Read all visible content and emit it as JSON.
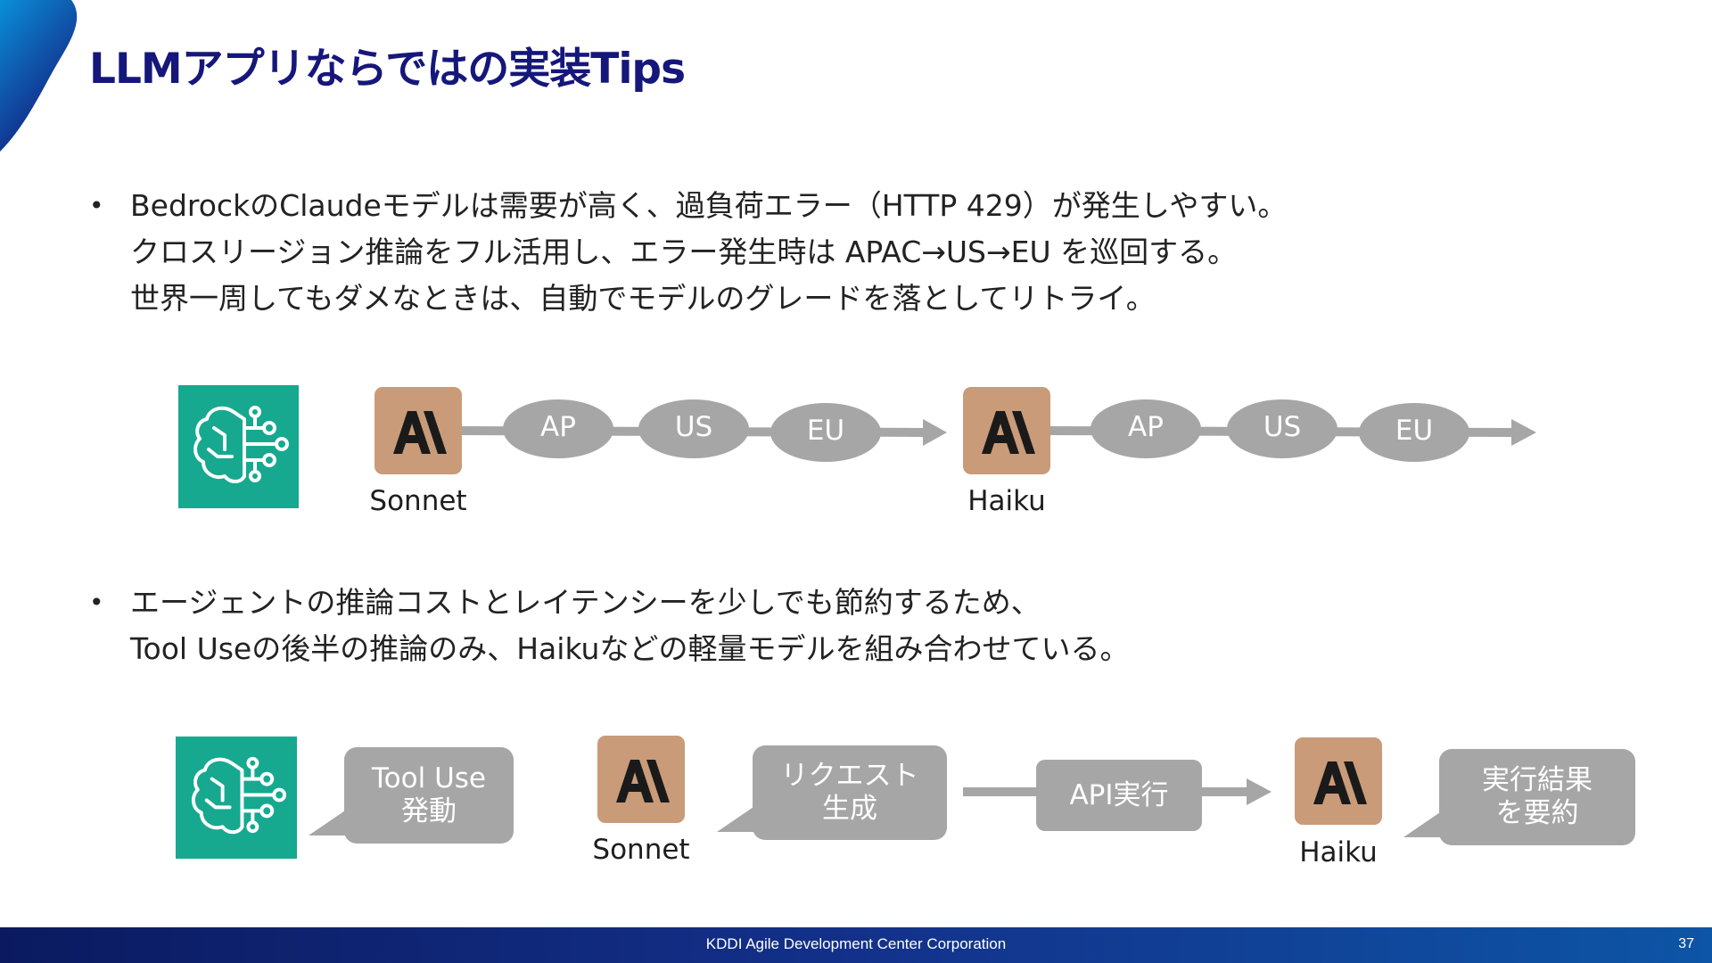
{
  "slide": {
    "title": "LLMアプリならではの実装Tips",
    "bullets": [
      {
        "lines": [
          "BedrockのClaudeモデルは需要が高く、過負荷エラー（HTTP 429）が発生しやすい。",
          "クロスリージョン推論をフル活用し、エラー発生時は APAC→US→EU を巡回する。",
          "世界一周してもダメなときは、自動でモデルのグレードを落としてリトライ。"
        ]
      },
      {
        "lines": [
          "エージェントの推論コストとレイテンシーを少しでも節約するため、",
          "Tool Useの後半の推論のみ、Haikuなどの軽量モデルを組み合わせている。"
        ]
      }
    ],
    "bullet_marker": "•"
  },
  "diagram1": {
    "models": [
      {
        "label": "Sonnet",
        "icon": "anthropic-icon"
      },
      {
        "label": "Haiku",
        "icon": "anthropic-icon"
      }
    ],
    "regions": [
      "AP",
      "US",
      "EU"
    ],
    "bedrock_icon": "bedrock-brain-icon"
  },
  "diagram2": {
    "bubble_tool_use": [
      "Tool Use",
      "発動"
    ],
    "sonnet_label": "Sonnet",
    "bubble_request": [
      "リクエスト",
      "生成"
    ],
    "api_label": "API実行",
    "haiku_label": "Haiku",
    "bubble_summary": [
      "実行結果",
      "を要約"
    ],
    "bedrock_icon": "bedrock-brain-icon"
  },
  "footer": {
    "company": "KDDI Agile Development Center Corporation",
    "page_number": "37"
  },
  "colors": {
    "title": "#15177a",
    "bedrock_tile": "#16a98f",
    "anthropic_tile": "#c99b78",
    "connector_gray": "#a6a6a6"
  }
}
